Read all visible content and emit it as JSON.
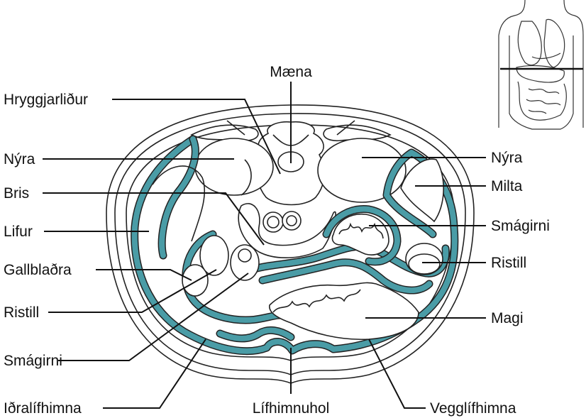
{
  "labels": {
    "maena": "Mæna",
    "hryggjarlidur": "Hryggjarliður",
    "nyra_left": "Nýra",
    "bris": "Bris",
    "lifur": "Lifur",
    "gallbladra": "Gallblaðra",
    "ristill_left": "Ristill",
    "smagirni_left": "Smágirni",
    "idralifhimna": "Iðralífhimna",
    "lifhimnuhol": "Lífhimnuhol",
    "vegglifhimna": "Vegglífhimna",
    "nyra_right": "Nýra",
    "milta": "Milta",
    "smagirni_right": "Smágirni",
    "ristill_right": "Ristill",
    "magi": "Magi"
  },
  "colors": {
    "peritoneum": "#4a9ca6",
    "outline": "#222222"
  }
}
